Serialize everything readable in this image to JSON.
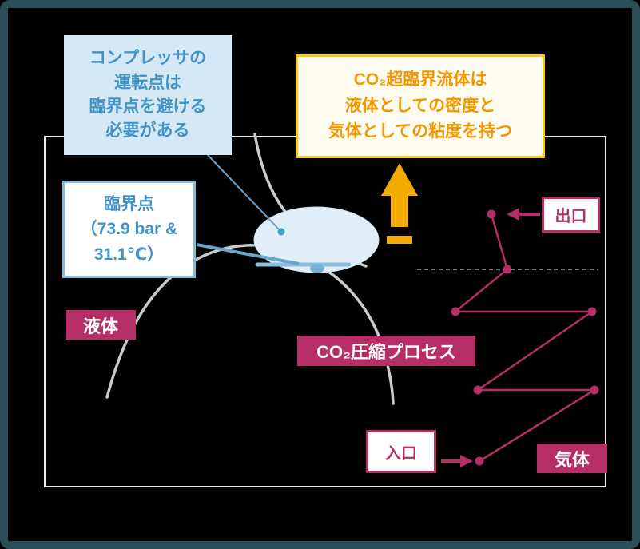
{
  "colors": {
    "frame_border": "#2b4e57",
    "background": "#000000",
    "plot_border": "#ededed",
    "curve_gray": "#c7ccce",
    "callout_blue_text": "#4493c6",
    "callout_blue_fill": "#d4e9f5",
    "callout_blue_border": "#85bbdc",
    "pointer_blue": "#68a4cb",
    "critical_region_fill": "#e1eef7",
    "critical_underline": "#8cc0de",
    "critical_marker": "#74b2d7",
    "supercritical_text": "#f29700",
    "supercritical_border": "#f9c81c",
    "up_arrow_orange": "#f2a900",
    "process_magenta": "#b52e66",
    "dashed_line_gray": "#9aa0a2"
  },
  "callouts": {
    "compressor_note": {
      "lines": [
        "コンプレッサの",
        "運転点は",
        "臨界点を避ける",
        "必要がある"
      ]
    },
    "critical_point": {
      "lines": [
        "臨界点",
        "（73.9 bar &",
        "31.1℃）"
      ]
    },
    "supercritical_note": {
      "lines": [
        "CO₂超臨界流体は",
        "液体としての密度と",
        "気体としての粘度を持つ"
      ]
    }
  },
  "labels": {
    "liquid": "液体",
    "gas": "気体",
    "process": "CO₂圧縮プロセス",
    "outlet": "出口",
    "inlet": "入口"
  }
}
